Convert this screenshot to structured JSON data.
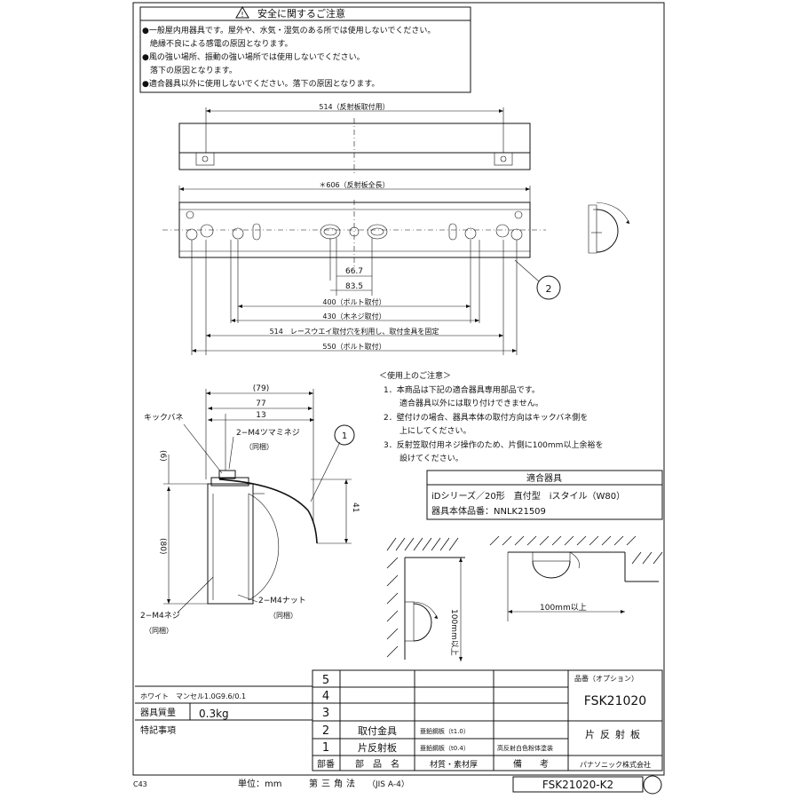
{
  "caution": {
    "title": "安全に関するご注意",
    "lines": [
      "●一般屋内用器具です。屋外や、水気・湿気のある所では使用しないでください。",
      "　絶縁不良による感電の原因となります。",
      "●風の強い場所、振動の強い場所では使用しないでください。",
      "　落下の原因となります。",
      "●適合器具以外に使用しないでください。落下の原因となります。"
    ]
  },
  "dims": {
    "d514_top": "514（反射板取付用）",
    "d606": "＊606（反射板全長）",
    "d66_7": "66.7",
    "d83_5": "83.5",
    "d400": "400（ボルト取付）",
    "d430": "430（木ネジ取付）",
    "d514_bottom": "514　レースウエイ取付穴を利用し、取付金具を固定",
    "d550": "550（ボルト取付）",
    "d79": "(79)",
    "d77": "77",
    "d13": "13",
    "d6": "(6)",
    "d80": "(80)",
    "d41": "41",
    "d100_a": "100mm以上",
    "d100_b": "100mm以上"
  },
  "callouts": {
    "c1": "1",
    "c2": "2",
    "kick_spring": "キックバネ",
    "m4_knob": "2−M4ツマミネジ",
    "m4_knob_sub": "（同梱）",
    "m4_nut": "2−M4ナット",
    "m4_nut_sub": "（同梱）",
    "m4_screw": "2−M4ネジ",
    "m4_screw_sub": "（同梱）"
  },
  "usage_notes": {
    "title": "＜使用上のご注意＞",
    "lines": [
      "1．本商品は下記の適合器具専用部品です。",
      "　　適合器具以外には取り付けできません。",
      "2．壁付けの場合、器具本体の取付方向はキックバネ側を",
      "　　上にしてください。",
      "3．反射笠取付用ネジ操作のため、片側に100mm以上余裕を",
      "　　設けてください。"
    ]
  },
  "compatible": {
    "header": "適合器具",
    "line1": "iDシリーズ／20形　直付型　iスタイル（W80）",
    "line2": "器具本体品番：NNLK21509"
  },
  "title_block": {
    "finish": "ホワイト　マンセル1.0G9.6/0.1",
    "weight_label": "器具質量",
    "weight_value": "0.3kg",
    "notes_label": "特記事項",
    "row_numbers": [
      "5",
      "4",
      "3",
      "2",
      "1"
    ],
    "part2_name": "取付金具",
    "part2_material": "亜鉛鋼板（t1.0）",
    "part1_name": "片反射板",
    "part1_material": "亜鉛鋼板（t0.4）",
    "part1_remark": "高反射白色粉体塗装",
    "header_no": "部番",
    "header_name": "部　品　名",
    "header_material": "材質・素材厚",
    "header_remark": "備　　考",
    "model_label": "品番（オプション）",
    "model_no": "FSK21020",
    "product_name": "片反射板",
    "company": "パナソニック株式会社"
  },
  "footer": {
    "code": "C43",
    "unit": "単位：mm",
    "projection": "第三角法",
    "standard": "（JIS A-4）",
    "drawing_no": "FSK21020-K2"
  }
}
